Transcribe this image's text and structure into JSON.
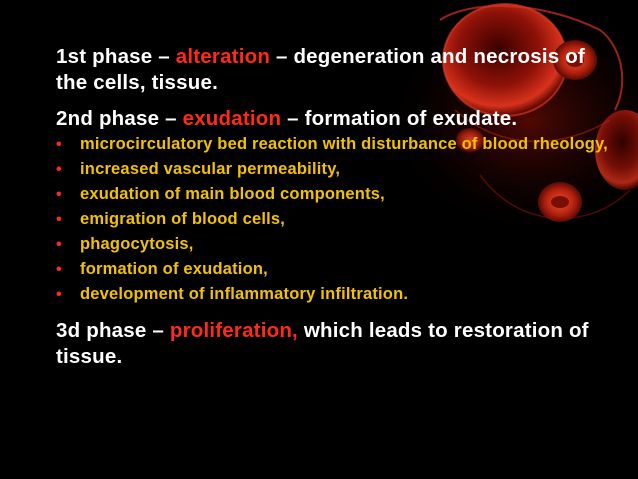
{
  "phases": {
    "first": {
      "prefix": "1st phase – ",
      "term": "alteration",
      "suffix": " – degeneration and necrosis of the cells, tissue."
    },
    "second": {
      "prefix": "2nd phase – ",
      "term": "exudation",
      "suffix": " – formation of exudate."
    },
    "third": {
      "prefix": "3d phase – ",
      "term": "proliferation,",
      "suffix": " which leads to restoration of tissue."
    }
  },
  "bullet_symbol": "•",
  "bullets": [
    "microcirculatory bed reaction with disturbance of blood rheology,",
    "increased vascular permeability,",
    "exudation of main blood components,",
    "emigration of blood cells,",
    "phagocytosis,",
    "formation of exudation,",
    "development of inflammatory infiltration."
  ],
  "colors": {
    "background": "#000000",
    "heading_text": "#ffffff",
    "highlight": "#ff2a1a",
    "bullet_text": "#f2c200",
    "bullet_dot": "#ff2a1a",
    "decoration": "#c0281a"
  },
  "decoration": "red-blood-cells-illustration"
}
